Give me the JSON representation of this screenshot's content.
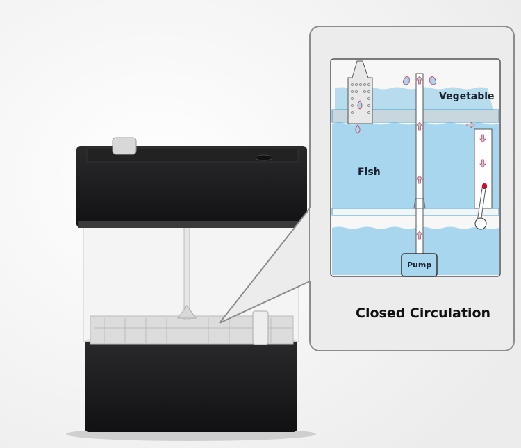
{
  "diagram": {
    "vegetable_label": "Vegetable",
    "fish_label": "Fish",
    "pump_label": "Pump"
  },
  "caption": "Closed Circulation",
  "colors": {
    "water": "#a9d6ef",
    "tank_black": "#1b1b1d",
    "panel": "#ebebeb",
    "arrow_outline": "#c0506a"
  }
}
